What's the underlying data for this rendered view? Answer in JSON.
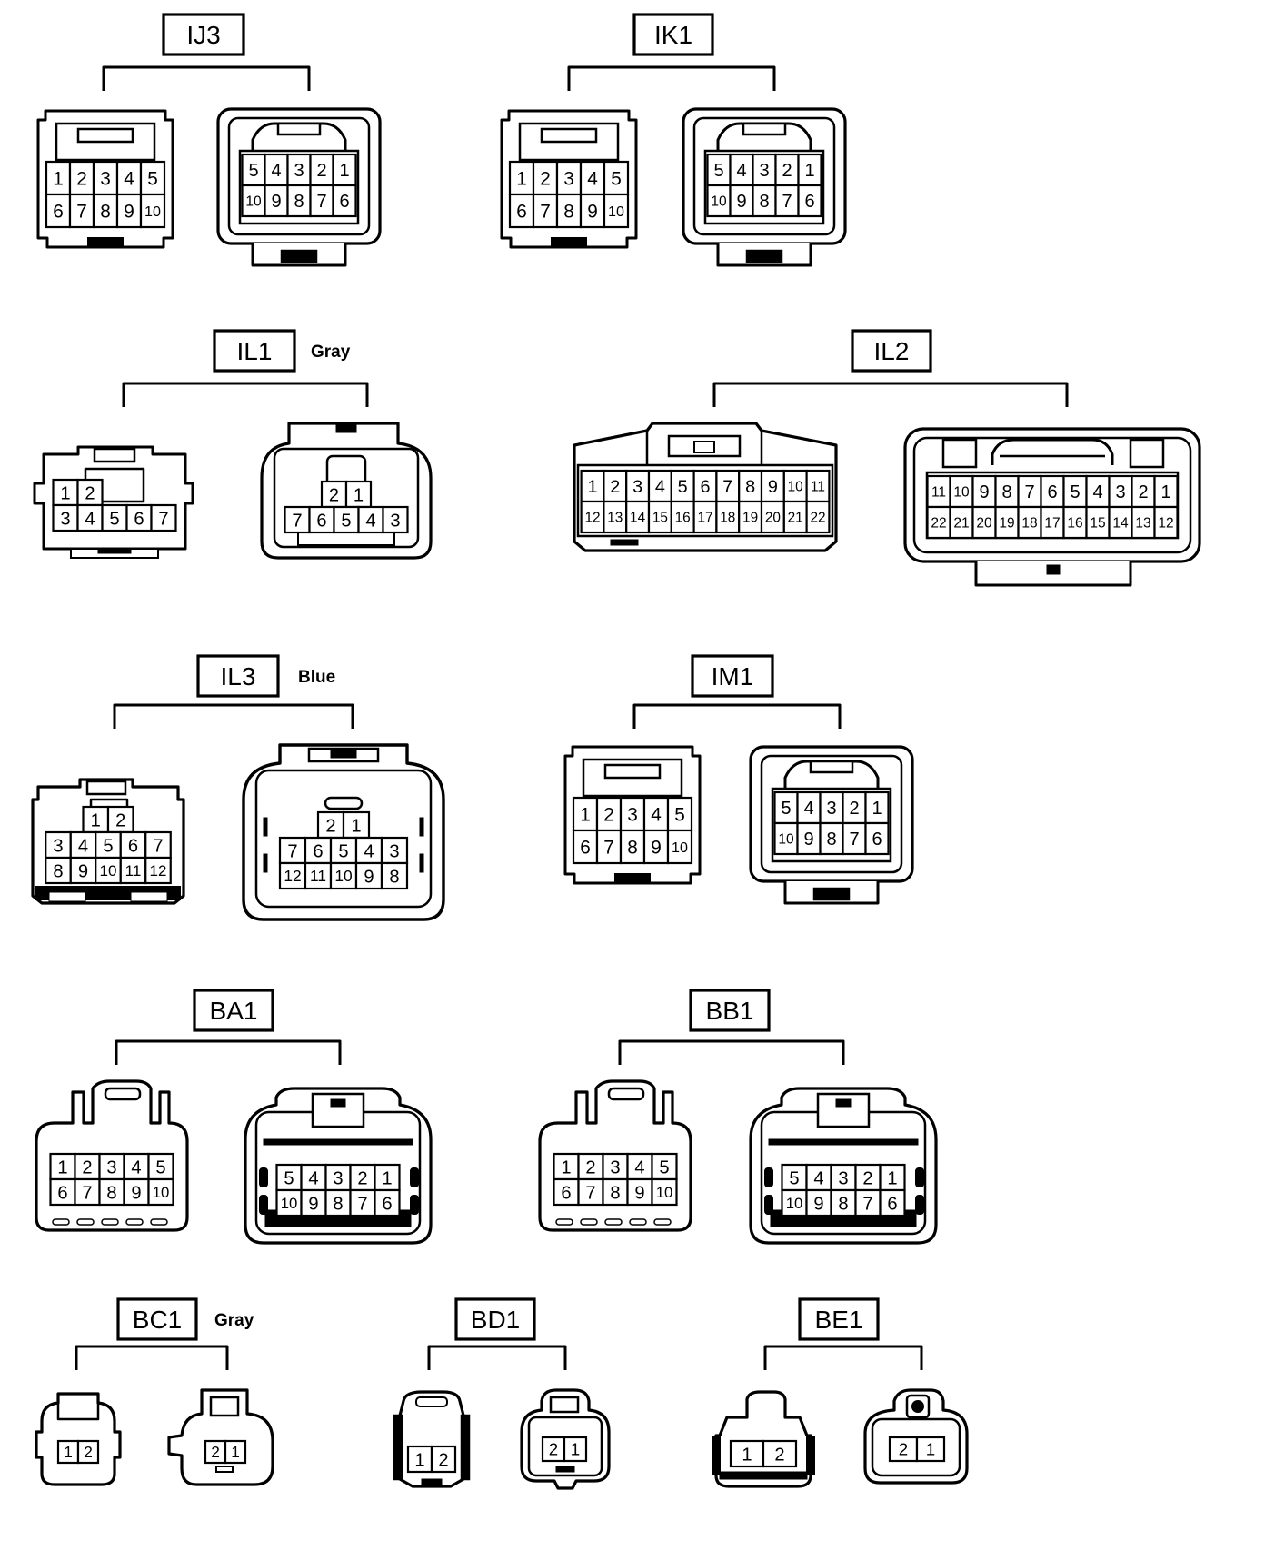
{
  "diagram": {
    "connectors": [
      {
        "id": "IJ3",
        "label": "IJ3",
        "color": "",
        "type": "ten",
        "male": [
          [
            "1",
            "2",
            "3",
            "4",
            "5"
          ],
          [
            "6",
            "7",
            "8",
            "9",
            "10"
          ]
        ],
        "female": [
          [
            "5",
            "4",
            "3",
            "2",
            "1"
          ],
          [
            "10",
            "9",
            "8",
            "7",
            "6"
          ]
        ]
      },
      {
        "id": "IK1",
        "label": "IK1",
        "color": "",
        "type": "ten",
        "male": [
          [
            "1",
            "2",
            "3",
            "4",
            "5"
          ],
          [
            "6",
            "7",
            "8",
            "9",
            "10"
          ]
        ],
        "female": [
          [
            "5",
            "4",
            "3",
            "2",
            "1"
          ],
          [
            "10",
            "9",
            "8",
            "7",
            "6"
          ]
        ]
      },
      {
        "id": "IL1",
        "label": "IL1",
        "color": "Gray",
        "type": "seven",
        "male": [
          [
            "1",
            "2"
          ],
          [
            "3",
            "4",
            "5",
            "6",
            "7"
          ]
        ],
        "female": [
          [
            "2",
            "1"
          ],
          [
            "7",
            "6",
            "5",
            "4",
            "3"
          ]
        ]
      },
      {
        "id": "IL2",
        "label": "IL2",
        "color": "",
        "type": "twentytwo",
        "male": [
          [
            "1",
            "2",
            "3",
            "4",
            "5",
            "6",
            "7",
            "8",
            "9",
            "10",
            "11"
          ],
          [
            "12",
            "13",
            "14",
            "15",
            "16",
            "17",
            "18",
            "19",
            "20",
            "21",
            "22"
          ]
        ],
        "female": [
          [
            "11",
            "10",
            "9",
            "8",
            "7",
            "6",
            "5",
            "4",
            "3",
            "2",
            "1"
          ],
          [
            "22",
            "21",
            "20",
            "19",
            "18",
            "17",
            "16",
            "15",
            "14",
            "13",
            "12"
          ]
        ]
      },
      {
        "id": "IL3",
        "label": "IL3",
        "color": "Blue",
        "type": "twelve",
        "male": [
          [
            "1",
            "2"
          ],
          [
            "3",
            "4",
            "5",
            "6",
            "7"
          ],
          [
            "8",
            "9",
            "10",
            "11",
            "12"
          ]
        ],
        "female": [
          [
            "2",
            "1"
          ],
          [
            "7",
            "6",
            "5",
            "4",
            "3"
          ],
          [
            "12",
            "11",
            "10",
            "9",
            "8"
          ]
        ]
      },
      {
        "id": "IM1",
        "label": "IM1",
        "color": "",
        "type": "ten",
        "male": [
          [
            "1",
            "2",
            "3",
            "4",
            "5"
          ],
          [
            "6",
            "7",
            "8",
            "9",
            "10"
          ]
        ],
        "female": [
          [
            "5",
            "4",
            "3",
            "2",
            "1"
          ],
          [
            "10",
            "9",
            "8",
            "7",
            "6"
          ]
        ]
      },
      {
        "id": "BA1",
        "label": "BA1",
        "color": "",
        "type": "tenB",
        "male": [
          [
            "1",
            "2",
            "3",
            "4",
            "5"
          ],
          [
            "6",
            "7",
            "8",
            "9",
            "10"
          ]
        ],
        "female": [
          [
            "5",
            "4",
            "3",
            "2",
            "1"
          ],
          [
            "10",
            "9",
            "8",
            "7",
            "6"
          ]
        ]
      },
      {
        "id": "BB1",
        "label": "BB1",
        "color": "",
        "type": "tenB",
        "male": [
          [
            "1",
            "2",
            "3",
            "4",
            "5"
          ],
          [
            "6",
            "7",
            "8",
            "9",
            "10"
          ]
        ],
        "female": [
          [
            "5",
            "4",
            "3",
            "2",
            "1"
          ],
          [
            "10",
            "9",
            "8",
            "7",
            "6"
          ]
        ]
      },
      {
        "id": "BC1",
        "label": "BC1",
        "color": "Gray",
        "type": "two",
        "male": [
          [
            "1",
            "2"
          ]
        ],
        "female": [
          [
            "2",
            "1"
          ]
        ]
      },
      {
        "id": "BD1",
        "label": "BD1",
        "color": "",
        "type": "two",
        "male": [
          [
            "1",
            "2"
          ]
        ],
        "female": [
          [
            "2",
            "1"
          ]
        ]
      },
      {
        "id": "BE1",
        "label": "BE1",
        "color": "",
        "type": "two",
        "male": [
          [
            "1",
            "2"
          ]
        ],
        "female": [
          [
            "2",
            "1"
          ]
        ]
      }
    ]
  }
}
